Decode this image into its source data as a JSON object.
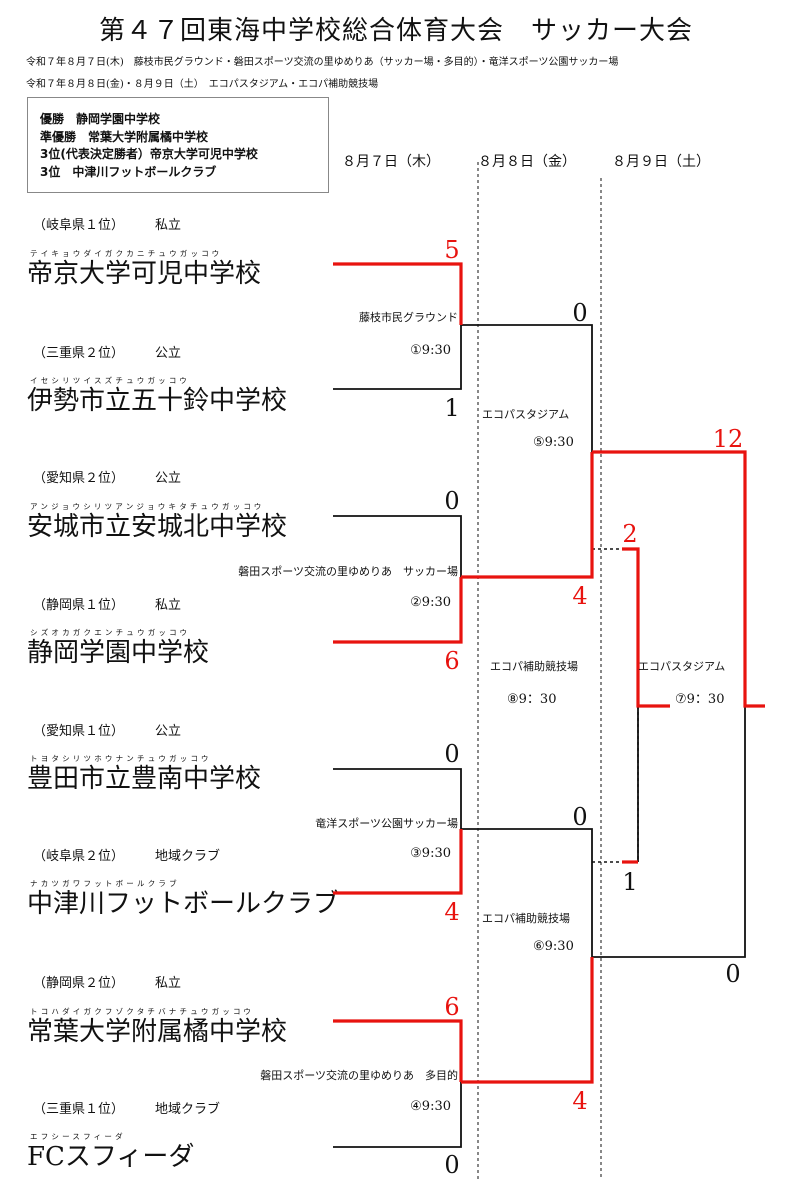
{
  "title": "第４７回東海中学校総合体育大会　サッカー大会",
  "date_lines": [
    "令和７年８月７日(木)　藤枝市民グラウンド・磐田スポーツ交流の里ゆめりあ（サッカー場・多目的）・竜洋スポーツ公園サッカー場",
    "令和７年８月８日(金)・８月９日（土）　エコパスタジアム・エコパ補助競技場"
  ],
  "summary": [
    "優勝　静岡学園中学校",
    "準優勝　常葉大学附属橘中学校",
    "3位(代表決定勝者）帝京大学可児中学校",
    "3位　中津川フットボールクラブ"
  ],
  "days": [
    "８月７日（木）",
    "８月８日（金）",
    "８月９日（土）"
  ],
  "teams": [
    {
      "info": "（岐阜県１位）",
      "cls": "私立",
      "ruby": "テイキョウダイガクカニチュウガッコウ",
      "name": "帝京大学可児中学校"
    },
    {
      "info": "（三重県２位）",
      "cls": "公立",
      "ruby": "イセシリツイスズチュウガッコウ",
      "name": "伊勢市立五十鈴中学校"
    },
    {
      "info": "（愛知県２位）",
      "cls": "公立",
      "ruby": "アンジョウシリツアンジョウキタチュウガッコウ",
      "name": "安城市立安城北中学校"
    },
    {
      "info": "（静岡県１位）",
      "cls": "私立",
      "ruby": "シズオカガクエンチュウガッコウ",
      "name": "静岡学園中学校"
    },
    {
      "info": "（愛知県１位）",
      "cls": "公立",
      "ruby": "トヨタシリツホウナンチュウガッコウ",
      "name": "豊田市立豊南中学校"
    },
    {
      "info": "（岐阜県２位）",
      "cls": "地域クラブ",
      "ruby": "ナカツガワフットボールクラブ",
      "name": "中津川フットボールクラブ"
    },
    {
      "info": "（静岡県２位）",
      "cls": "私立",
      "ruby": "トコハダイガクフゾクタチバナチュウガッコウ",
      "name": "常葉大学附属橘中学校"
    },
    {
      "info": "（三重県１位）",
      "cls": "地域クラブ",
      "ruby": "エフシースフィーダ",
      "name": "FCスフィーダ"
    }
  ],
  "scores": {
    "r1": [
      "5",
      "1",
      "0",
      "6",
      "0",
      "4",
      "6",
      "0"
    ],
    "r2": [
      "0",
      "4",
      "0",
      "4"
    ],
    "third": [
      "2",
      "1"
    ],
    "final": [
      "12",
      "0"
    ]
  },
  "venues": {
    "m1": "藤枝市民グラウンド",
    "m2": "磐田スポーツ交流の里ゆめりあ　サッカー場",
    "m3": "竜洋スポーツ公園サッカー場",
    "m4": "磐田スポーツ交流の里ゆめりあ　多目的",
    "m5": "エコパスタジアム",
    "m6": "エコパ補助競技場",
    "m7": "エコパスタジアム",
    "m8": "エコパ補助競技場"
  },
  "times": {
    "m1": "①9:30",
    "m2": "②9:30",
    "m3": "③9:30",
    "m4": "④9:30",
    "m5": "⑤9:30",
    "m6": "⑥9:30",
    "m7": "⑦9：30",
    "m8": "⑧9：30"
  },
  "colors": {
    "winner_line": "#e8130f",
    "loser_line": "#111111"
  }
}
